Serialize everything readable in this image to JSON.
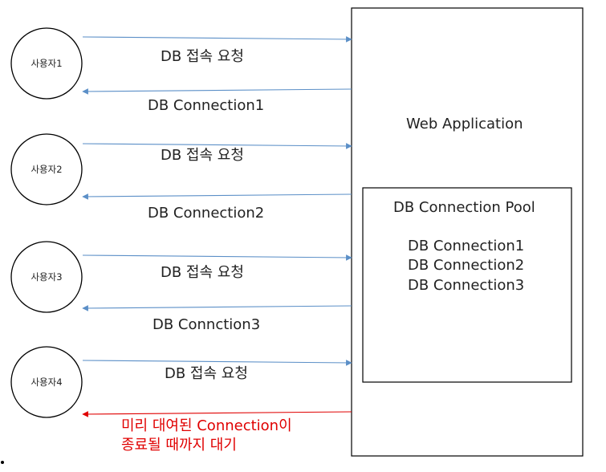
{
  "users": [
    {
      "name": "사용자1",
      "request": "DB  접속 요청",
      "response": "DB Connection1",
      "response_color": "#222222"
    },
    {
      "name": "사용자2",
      "request": "DB  접속 요청",
      "response": "DB Connection2",
      "response_color": "#222222"
    },
    {
      "name": "사용자3",
      "request": "DB  접속 요청",
      "response": "DB Connction3",
      "response_color": "#222222"
    },
    {
      "name": "사용자4",
      "request": "DB  접속 요청",
      "response_line1": "미리 대여된  Connection이",
      "response_line2": "종료될 때까지 대기",
      "response_color": "#e00000"
    }
  ],
  "web_app": {
    "title": "Web Application"
  },
  "pool": {
    "title": "DB Connection Pool",
    "items": [
      "DB Connection1",
      "DB Connection2",
      "DB Connection3"
    ]
  },
  "colors": {
    "request_arrow": "#5b8fc7",
    "response_arrow": "#5b8fc7",
    "wait_arrow": "#e00000",
    "stroke": "#000000"
  }
}
